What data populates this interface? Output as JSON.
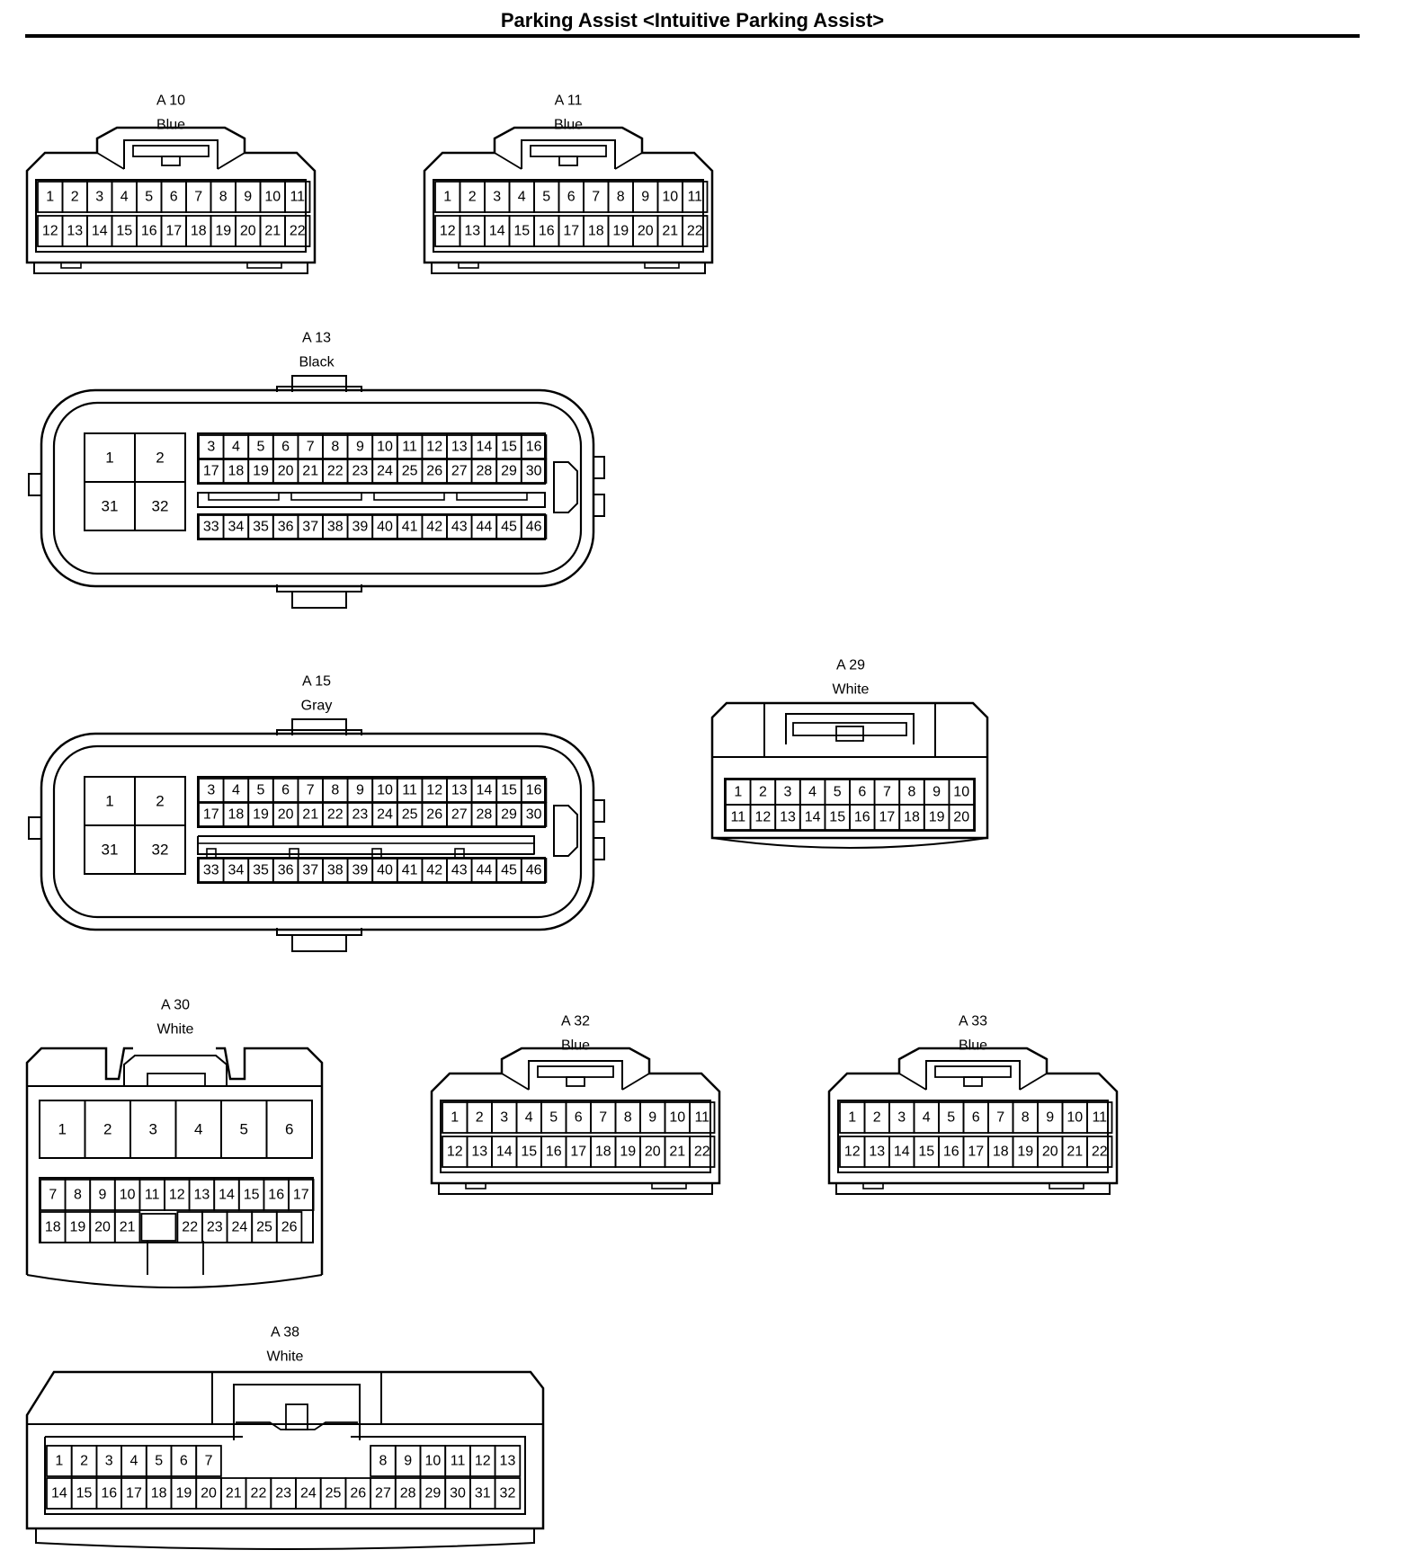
{
  "title": "Parking Assist <Intuitive Parking Assist>",
  "connectors": [
    {
      "id": "A 10",
      "color": "Blue",
      "rows": [
        [
          "1",
          "2",
          "3",
          "4",
          "5",
          "6",
          "7",
          "8",
          "9",
          "10",
          "11"
        ],
        [
          "12",
          "13",
          "14",
          "15",
          "16",
          "17",
          "18",
          "19",
          "20",
          "21",
          "22"
        ]
      ]
    },
    {
      "id": "A 11",
      "color": "Blue",
      "rows": [
        [
          "1",
          "2",
          "3",
          "4",
          "5",
          "6",
          "7",
          "8",
          "9",
          "10",
          "11"
        ],
        [
          "12",
          "13",
          "14",
          "15",
          "16",
          "17",
          "18",
          "19",
          "20",
          "21",
          "22"
        ]
      ]
    },
    {
      "id": "A 13",
      "color": "Black",
      "big_pins": [
        "1",
        "2",
        "31",
        "32"
      ],
      "rows": [
        [
          "3",
          "4",
          "5",
          "6",
          "7",
          "8",
          "9",
          "10",
          "11",
          "12",
          "13",
          "14",
          "15",
          "16"
        ],
        [
          "17",
          "18",
          "19",
          "20",
          "21",
          "22",
          "23",
          "24",
          "25",
          "26",
          "27",
          "28",
          "29",
          "30"
        ],
        [
          "33",
          "34",
          "35",
          "36",
          "37",
          "38",
          "39",
          "40",
          "41",
          "42",
          "43",
          "44",
          "45",
          "46"
        ]
      ]
    },
    {
      "id": "A 15",
      "color": "Gray",
      "big_pins": [
        "1",
        "2",
        "31",
        "32"
      ],
      "rows": [
        [
          "3",
          "4",
          "5",
          "6",
          "7",
          "8",
          "9",
          "10",
          "11",
          "12",
          "13",
          "14",
          "15",
          "16"
        ],
        [
          "17",
          "18",
          "19",
          "20",
          "21",
          "22",
          "23",
          "24",
          "25",
          "26",
          "27",
          "28",
          "29",
          "30"
        ],
        [
          "33",
          "34",
          "35",
          "36",
          "37",
          "38",
          "39",
          "40",
          "41",
          "42",
          "43",
          "44",
          "45",
          "46"
        ]
      ]
    },
    {
      "id": "A 29",
      "color": "White",
      "rows": [
        [
          "1",
          "2",
          "3",
          "4",
          "5",
          "6",
          "7",
          "8",
          "9",
          "10"
        ],
        [
          "11",
          "12",
          "13",
          "14",
          "15",
          "16",
          "17",
          "18",
          "19",
          "20"
        ]
      ]
    },
    {
      "id": "A 30",
      "color": "White",
      "big_pins": [
        "1",
        "2",
        "3",
        "4",
        "5",
        "6"
      ],
      "rows": [
        [
          "7",
          "8",
          "9",
          "10",
          "11",
          "12",
          "13",
          "14",
          "15",
          "16",
          "17"
        ],
        [
          "18",
          "19",
          "20",
          "21",
          "",
          "22",
          "23",
          "24",
          "25",
          "26"
        ]
      ]
    },
    {
      "id": "A 32",
      "color": "Blue",
      "rows": [
        [
          "1",
          "2",
          "3",
          "4",
          "5",
          "6",
          "7",
          "8",
          "9",
          "10",
          "11"
        ],
        [
          "12",
          "13",
          "14",
          "15",
          "16",
          "17",
          "18",
          "19",
          "20",
          "21",
          "22"
        ]
      ]
    },
    {
      "id": "A 33",
      "color": "Blue",
      "rows": [
        [
          "1",
          "2",
          "3",
          "4",
          "5",
          "6",
          "7",
          "8",
          "9",
          "10",
          "11"
        ],
        [
          "12",
          "13",
          "14",
          "15",
          "16",
          "17",
          "18",
          "19",
          "20",
          "21",
          "22"
        ]
      ]
    },
    {
      "id": "A 38",
      "color": "White",
      "rows": [
        [
          "1",
          "2",
          "3",
          "4",
          "5",
          "6",
          "7",
          "",
          "8",
          "9",
          "10",
          "11",
          "12",
          "13"
        ],
        [
          "14",
          "15",
          "16",
          "17",
          "18",
          "19",
          "20",
          "21",
          "22",
          "23",
          "24",
          "25",
          "26",
          "27",
          "28",
          "29",
          "30",
          "31",
          "32"
        ]
      ]
    }
  ]
}
